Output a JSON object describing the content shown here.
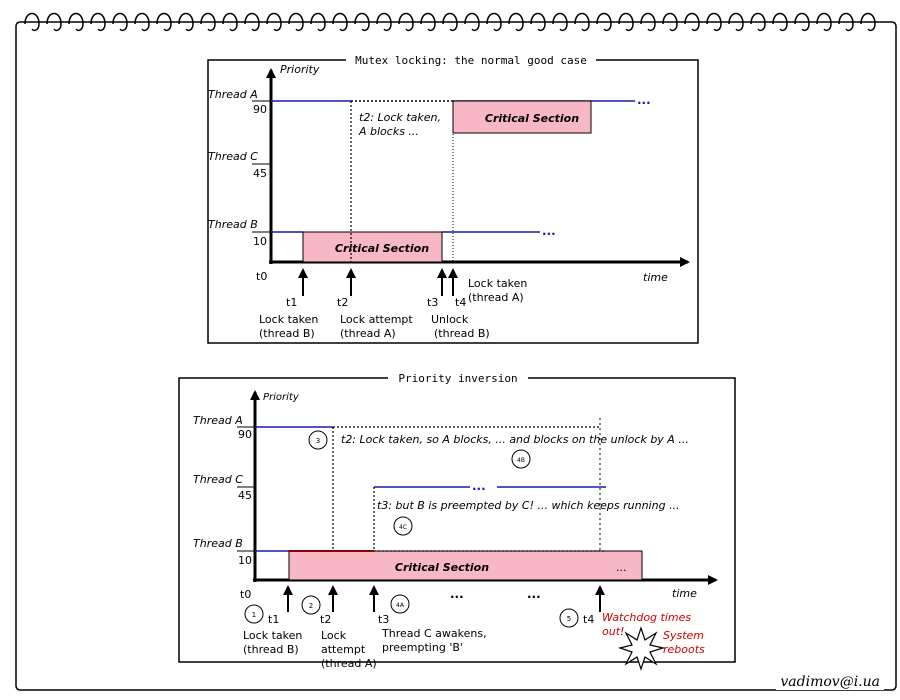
{
  "signature": "vadimov@i.ua",
  "diagram1": {
    "title": "Mutex locking: the normal good case",
    "priority_label": "Priority",
    "time_label": "time",
    "threads": [
      {
        "name": "Thread A",
        "priority": "90"
      },
      {
        "name": "Thread C",
        "priority": "45"
      },
      {
        "name": "Thread B",
        "priority": "10"
      }
    ],
    "t0": "t0",
    "critical_a": "Critical Section",
    "critical_b": "Critical Section",
    "note_t2_line1": "t2: Lock taken,",
    "note_t2_line2": "A blocks ...",
    "continuation": "...",
    "markers": [
      {
        "tick": "t1",
        "line1": "Lock taken",
        "line2": "(thread B)"
      },
      {
        "tick": "t2",
        "line1": "Lock attempt",
        "line2": "(thread A)"
      },
      {
        "tick": "t3",
        "line1": "Unlock",
        "line2": "(thread B)"
      },
      {
        "tick": "t4",
        "line1": "Lock taken",
        "line2": "(thread A)"
      }
    ]
  },
  "diagram2": {
    "title": "Priority inversion",
    "priority_label": "Priority",
    "time_label": "time",
    "threads": [
      {
        "name": "Thread A",
        "priority": "90"
      },
      {
        "name": "Thread C",
        "priority": "45"
      },
      {
        "name": "Thread B",
        "priority": "10"
      }
    ],
    "t0": "t0",
    "critical_b": "Critical Section",
    "note_a": "t2: Lock taken, so A blocks, ... and blocks on the unlock by A ...",
    "note_c": "t3: but B is preempted by C! ... which keeps running ...",
    "continuation": "...",
    "step_badges": [
      "1",
      "2",
      "3",
      "4A",
      "4B",
      "4C",
      "5"
    ],
    "markers": [
      {
        "tick": "t1",
        "line1": "Lock taken",
        "line2": "(thread B)",
        "line3": ""
      },
      {
        "tick": "t2",
        "line1": "Lock",
        "line2": "attempt",
        "line3": "(thread A)"
      },
      {
        "tick": "t3",
        "line1": "Thread C awakens,",
        "line2": "preempting 'B'",
        "line3": ""
      },
      {
        "tick": "t4",
        "line1": "",
        "line2": "",
        "line3": ""
      }
    ],
    "watchdog_line1": "Watchdog times",
    "watchdog_line2": "out!",
    "reboot_line1": "System",
    "reboot_line2": "reboots"
  },
  "colors": {
    "critical_fill": "#f7b7c4",
    "priority_line": "#1a1aa8",
    "alert": "#d40000",
    "ink": "#000000"
  }
}
